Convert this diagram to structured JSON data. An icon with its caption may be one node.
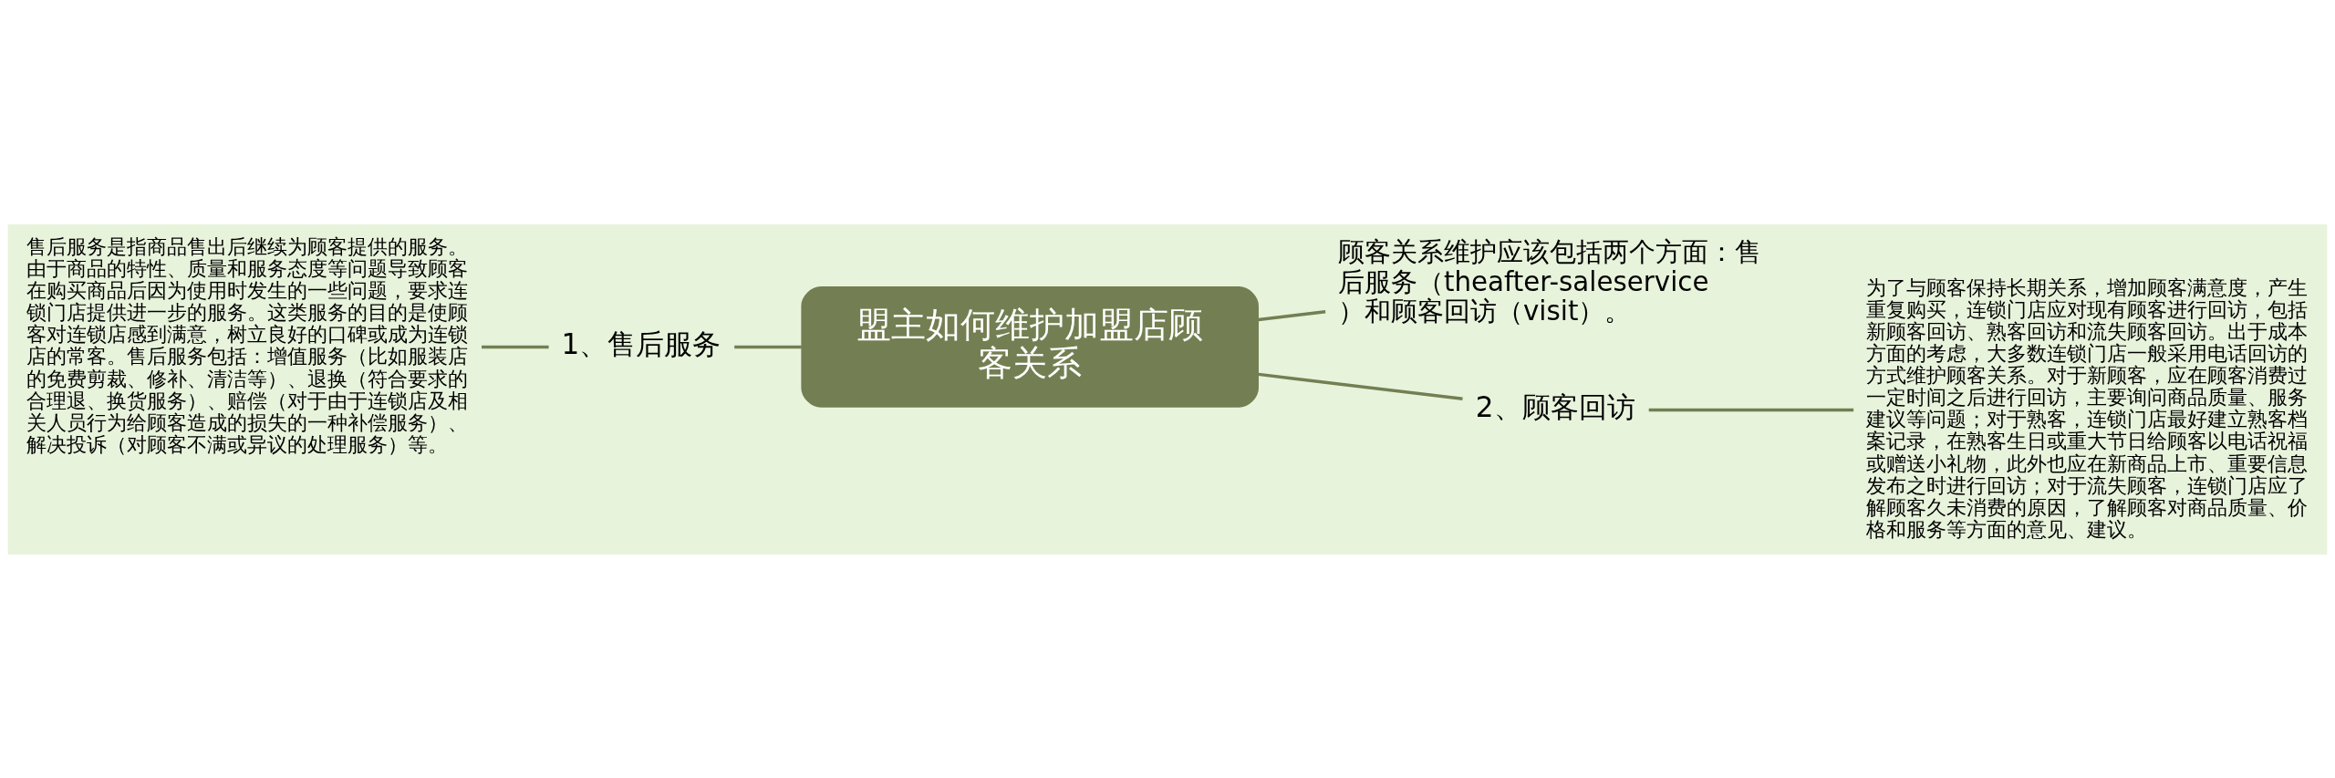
{
  "diagram": {
    "nodes": [
      {
        "text": [
          "盟主如何维护加盟店顾客关系"
        ]
      },
      {
        "text": [
          "1、售后服务"
        ]
      },
      {
        "text": [
          "售后服务是指商品售出后继续为顾客提供的服务。由于商品的特性、质量和服务态度等问题导致顾客在购买商品后因为使用时发生的一些问题，要求连锁门店提供进一步的服务。这类服务的目的是使顾客对连锁店感到满意，树立良好的口碑或成为连锁店的常客。售后服务包括：增值服务（比如服装店的免费剪裁、修补、清洁等）、退换（符合要求的合理退、换货服务）、赔偿（对于由于连锁店及相关人员行为给顾客造成的损失的一种补偿服务）、解决投诉（对顾客不满或异议的处理服务）等。"
        ]
      },
      {
        "text": [
          "顾客关系维护应该包括两个方面：售后服务（theafter-saleservice）和顾客回访（visit）。"
        ]
      },
      {
        "text": [
          "2、顾客回访"
        ]
      },
      {
        "text": [
          "为了与顾客保持长期关系，增加顾客满意度，产生重复购买，连锁门店应对现有顾客进行回访，包括新顾客回访、熟客回访和流失顾客回访。出于成本方面的考虑，大多数连锁门店一般采用电话回访的方式维护顾客关系。对于新顾客，应在顾客消费过一定时间之后进行回访，主要询问商品质量、服务建议等问题；对于熟客，连锁门店最好建立熟客档案记录，在熟客生日或重大节日给顾客以电话祝福或赠送小礼物，此外也应在新商品上市、重要信息发布之时进行回访；对于流失顾客，连锁门店应了解顾客久未消费的原因，了解顾客对商品质量、价格和服务等方面的意见、建议。"
        ]
      }
    ],
    "edges": [
      {
        "from": 0,
        "to": 1,
        "arrow": "none"
      },
      {
        "from": 1,
        "to": 2,
        "arrow": "none"
      },
      {
        "from": 0,
        "to": 3,
        "arrow": "none"
      },
      {
        "from": 0,
        "to": 4,
        "arrow": "none"
      },
      {
        "from": 4,
        "to": 5,
        "arrow": "none"
      }
    ]
  }
}
